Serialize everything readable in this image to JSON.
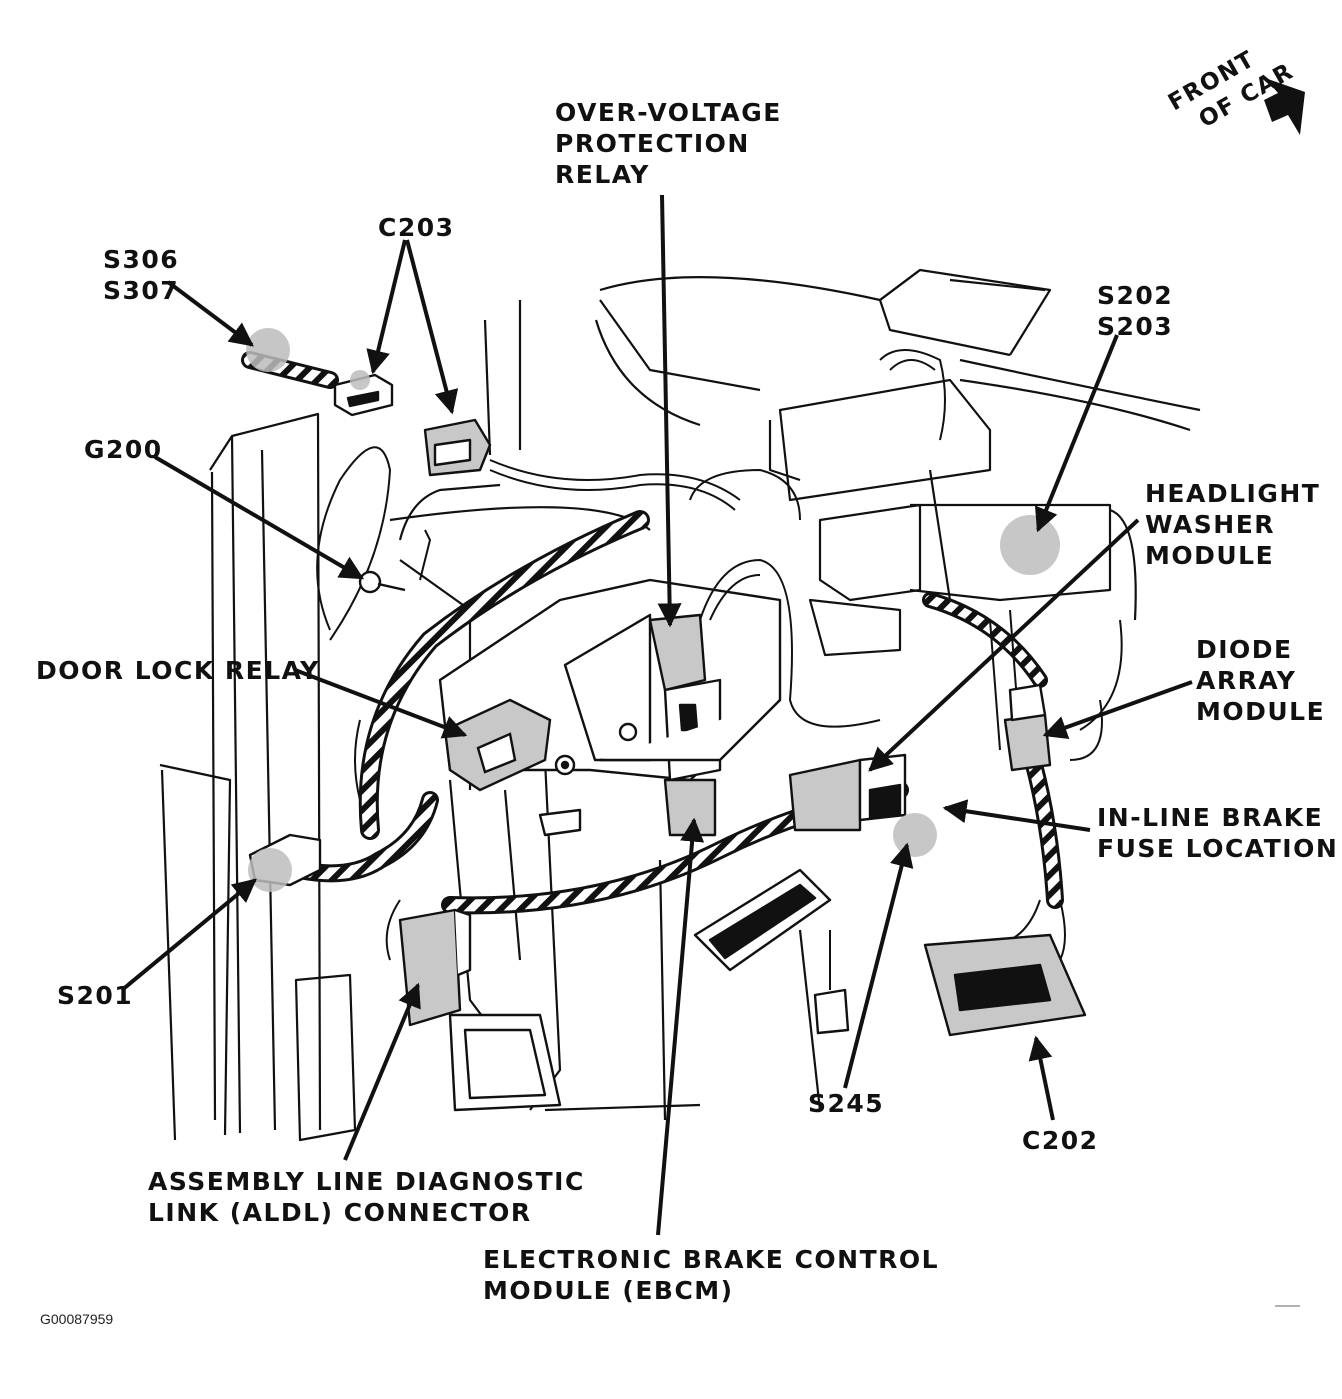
{
  "labels": {
    "ovp_relay": [
      "OVER-VOLTAGE",
      "PROTECTION",
      "RELAY"
    ],
    "front_of_car": [
      "FRONT",
      "OF CAR"
    ],
    "c203": "C203",
    "s306_s307": [
      "S306",
      "S307"
    ],
    "g200": "G200",
    "s202_s203": [
      "S202",
      "S203"
    ],
    "headlight_washer": [
      "HEADLIGHT",
      "WASHER",
      "MODULE"
    ],
    "door_lock_relay": "DOOR LOCK RELAY",
    "diode_array": [
      "DIODE",
      "ARRAY",
      "MODULE"
    ],
    "inline_brake_fuse": [
      "IN-LINE BRAKE",
      "FUSE LOCATION"
    ],
    "s201": "S201",
    "s245": "S245",
    "c202": "C202",
    "aldl": [
      "ASSEMBLY LINE DIAGNOSTIC",
      "LINK (ALDL) CONNECTOR"
    ],
    "ebcm": [
      "ELECTRONIC BRAKE CONTROL",
      "MODULE (EBCM)"
    ],
    "figure_id": "G00087959"
  },
  "colors": {
    "ink": "#111111",
    "shade": "#c8c8c8",
    "paper": "#ffffff"
  },
  "icons": {
    "front_arrow": "arrow-up-right-icon"
  }
}
